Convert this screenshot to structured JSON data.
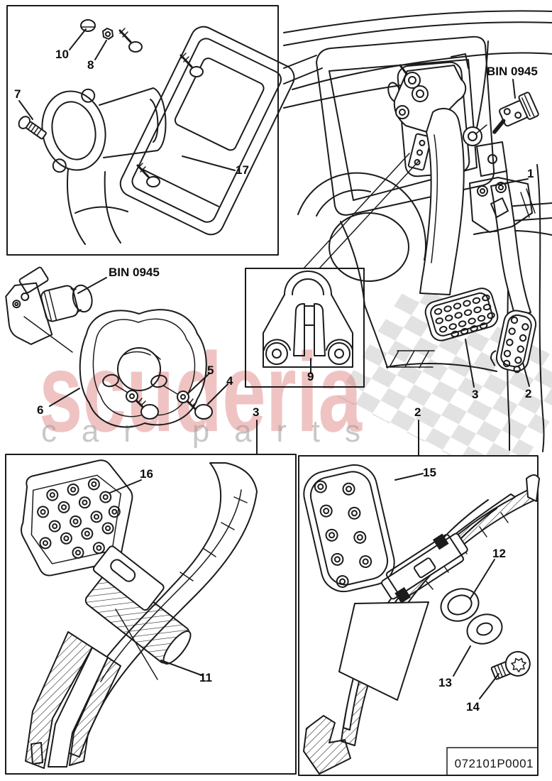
{
  "page": {
    "background": "#ffffff",
    "line_color": "#1b1b1b"
  },
  "drawing_number": "072101P0001",
  "watermark": {
    "brand": "scuderia",
    "tagline": "car parts",
    "brand_color": "#d96a6a",
    "tagline_color": "#9a9a9a",
    "flag_color": "#c6c6c6"
  },
  "callouts": {
    "c10": {
      "text": "10"
    },
    "c8": {
      "text": "8"
    },
    "c7": {
      "text": "7"
    },
    "c17": {
      "text": "17"
    },
    "bin_top": {
      "text": "BIN 0945"
    },
    "c1": {
      "text": "1"
    },
    "c3_pedal": {
      "text": "3"
    },
    "c2_pedal": {
      "text": "2"
    },
    "bin_mid": {
      "text": "BIN 0945"
    },
    "c6": {
      "text": "6"
    },
    "c5": {
      "text": "5"
    },
    "c4": {
      "text": "4"
    },
    "c9": {
      "text": "9"
    },
    "c3_box": {
      "text": "3"
    },
    "c2_box": {
      "text": "2"
    },
    "c16": {
      "text": "16"
    },
    "c11": {
      "text": "11"
    },
    "c15": {
      "text": "15"
    },
    "c12": {
      "text": "12"
    },
    "c13": {
      "text": "13"
    },
    "c14": {
      "text": "14"
    }
  }
}
